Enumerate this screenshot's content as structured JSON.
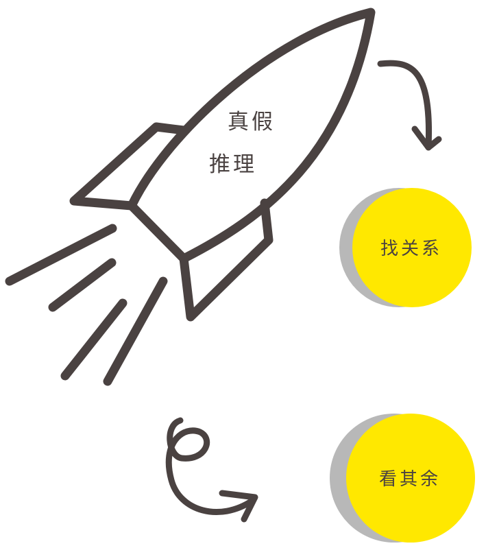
{
  "rocket": {
    "line1": "真假",
    "line2": "推理"
  },
  "circles": [
    {
      "label": "找关系"
    },
    {
      "label": "看其余"
    }
  ],
  "colors": {
    "ink": "#4a4241",
    "circle_fill": "#ffe800",
    "circle_shadow": "#b8b8b8"
  }
}
